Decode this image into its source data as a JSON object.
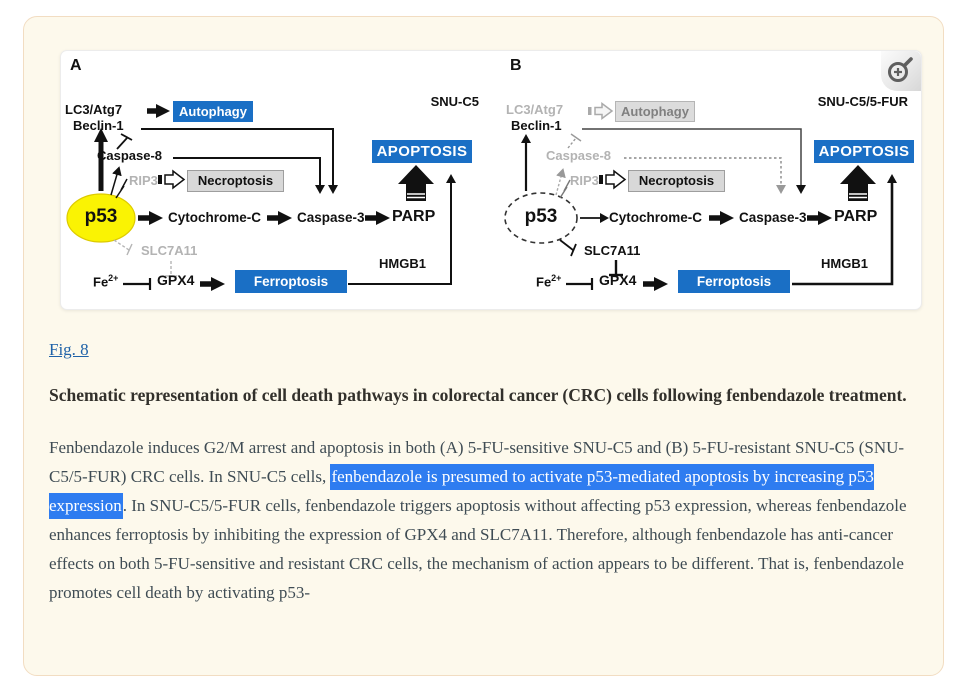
{
  "colors": {
    "container_bg": "#fdf9ec",
    "container_border": "#f2ddc2",
    "diagram_box_blue": "#1a6fc5",
    "highlight_bg": "#2e7cf0",
    "link_blue": "#1f62a8",
    "p53_yellow": "#faf303",
    "gray_box": "#d8d8d8"
  },
  "figure": {
    "zoom_icon": "magnifier-plus-icon",
    "panel_a": {
      "label": "A",
      "cell_line": "SNU-C5",
      "nodes": {
        "lc3": "LC3/Atg7",
        "beclin": "Beclin-1",
        "autophagy": "Autophagy",
        "caspase8": "Caspase-8",
        "rip3": "RIP3",
        "necroptosis": "Necroptosis",
        "p53": "p53",
        "cytochrome": "Cytochrome-C",
        "caspase3": "Caspase-3",
        "parp": "PARP",
        "apoptosis": "APOPTOSIS",
        "slc7a11": "SLC7A11",
        "fe": "Fe",
        "fe_sup": "2+",
        "gpx4": "GPX4",
        "ferroptosis": "Ferroptosis",
        "hmgb1": "HMGB1"
      }
    },
    "panel_b": {
      "label": "B",
      "cell_line": "SNU-C5/5-FUR",
      "nodes": {
        "lc3": "LC3/Atg7",
        "beclin": "Beclin-1",
        "autophagy": "Autophagy",
        "caspase8": "Caspase-8",
        "rip3": "RIP3",
        "necroptosis": "Necroptosis",
        "p53": "p53",
        "cytochrome": "Cytochrome-C",
        "caspase3": "Caspase-3",
        "parp": "PARP",
        "apoptosis": "APOPTOSIS",
        "slc7a11": "SLC7A11",
        "fe": "Fe",
        "fe_sup": "2+",
        "gpx4": "GPX4",
        "ferroptosis": "Ferroptosis",
        "hmgb1": "HMGB1"
      }
    }
  },
  "link": {
    "label": "Fig. 8"
  },
  "caption": {
    "title": "Schematic representation of cell death pathways in colorectal cancer (CRC) cells following fenbendazole treatment."
  },
  "body": {
    "pre": "Fenbendazole induces G2/M arrest and apoptosis in both (A) 5-FU-sensitive SNU-C5 and (B) 5-FU-resistant SNU-C5 (SNU-C5/5-FUR) CRC cells. In SNU-C5 cells, ",
    "highlight": "fenbendazole is presumed to activate p53-mediated apoptosis by increasing p53 expression",
    "post": ". In SNU-C5/5-FUR cells, fenbendazole triggers apoptosis without affecting p53 expression, whereas fenbendazole enhances ferroptosis by inhibiting the expression of GPX4 and SLC7A11. Therefore, although fenbendazole has anti-cancer effects on both 5-FU-sensitive and resistant CRC cells, the mechanism of action appears to be different. That is, fenbendazole promotes cell death by activating p53-"
  }
}
